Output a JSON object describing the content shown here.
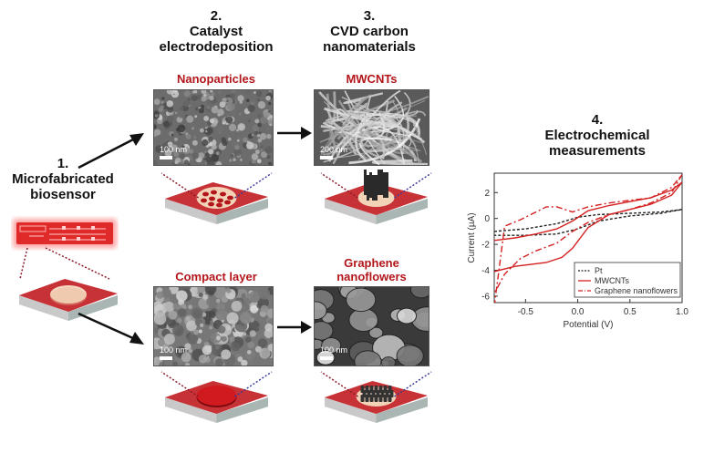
{
  "steps": {
    "s1": {
      "number": "1.",
      "line1": "Microfabricated",
      "line2": "biosensor"
    },
    "s2": {
      "number": "2.",
      "line1": "Catalyst",
      "line2": "electrodeposition"
    },
    "s3": {
      "number": "3.",
      "line1": "CVD carbon",
      "line2": "nanomaterials"
    },
    "s4": {
      "number": "4.",
      "line1": "Electrochemical",
      "line2": "measurements"
    }
  },
  "labels": {
    "nanoparticles": "Nanoparticles",
    "mwcnts": "MWCNTs",
    "compact_layer": "Compact layer",
    "graphene_line1": "Graphene",
    "graphene_line2": "nanoflowers"
  },
  "scale_bars": {
    "nanoparticles": "100 nm",
    "mwcnts": "200 nm",
    "compact_layer": "100 nm",
    "graphene": "100 nm"
  },
  "colors": {
    "accent_red": "#b3161a",
    "chip_red": "#c0161c",
    "pt_line": "#222222",
    "curve_red": "#d42020"
  },
  "icons": {
    "arrow": "right-arrow-icon",
    "chip": "electrode-chip-icon"
  },
  "chart_data": {
    "type": "line",
    "xlabel": "Potential (V)",
    "ylabel": "Current (µA)",
    "xlim": [
      -0.8,
      1.0
    ],
    "ylim": [
      -6.5,
      3.5
    ],
    "xticks": [
      -0.5,
      0.0,
      0.5,
      1.0
    ],
    "xtick_labels": [
      "-0.5",
      "0.0",
      "0.5",
      "1.0"
    ],
    "yticks": [
      -6,
      -4,
      -2,
      0,
      2
    ],
    "ytick_labels": [
      "-6",
      "-4",
      "-2",
      "0",
      "2"
    ],
    "legend_position": "bottom-right",
    "series": [
      {
        "name": "Pt",
        "style": "dashed",
        "color": "#222222",
        "x": [
          -0.8,
          -0.5,
          -0.2,
          0.0,
          0.2,
          0.5,
          0.8,
          1.0,
          0.8,
          0.5,
          0.2,
          0.0,
          -0.2,
          -0.5,
          -0.8
        ],
        "y": [
          -1.0,
          -0.8,
          -0.4,
          0.1,
          0.3,
          0.4,
          0.5,
          0.7,
          0.4,
          0.2,
          -0.2,
          -0.8,
          -1.2,
          -1.3,
          -1.3
        ]
      },
      {
        "name": "MWCNTs",
        "style": "solid",
        "color": "#d42020",
        "x": [
          -0.8,
          -0.6,
          -0.4,
          -0.2,
          -0.05,
          0.1,
          0.3,
          0.5,
          0.7,
          0.9,
          1.0,
          0.9,
          0.7,
          0.5,
          0.3,
          0.1,
          -0.05,
          -0.15,
          -0.3,
          -0.6,
          -0.8
        ],
        "y": [
          -1.7,
          -1.5,
          -1.2,
          -0.8,
          -0.2,
          0.6,
          1.0,
          1.3,
          1.6,
          2.2,
          2.8,
          1.8,
          1.1,
          0.7,
          0.3,
          -0.7,
          -2.3,
          -3.0,
          -3.4,
          -3.7,
          -4.1
        ]
      },
      {
        "name": "Graphene nanoflowers",
        "style": "dashdot",
        "color": "#d42020",
        "x": [
          -0.8,
          -0.7,
          -0.55,
          -0.4,
          -0.3,
          -0.2,
          -0.05,
          0.1,
          0.3,
          0.5,
          0.7,
          0.9,
          1.0,
          0.9,
          0.7,
          0.5,
          0.3,
          0.1,
          -0.05,
          -0.2,
          -0.4,
          -0.55,
          -0.7,
          -0.8
        ],
        "y": [
          -6.8,
          -0.6,
          -0.1,
          0.5,
          0.9,
          0.9,
          0.5,
          0.9,
          1.2,
          1.4,
          1.6,
          2.4,
          3.4,
          2.0,
          1.2,
          0.7,
          0.3,
          -0.3,
          -1.0,
          -1.9,
          -2.5,
          -3.1,
          -4.3,
          -5.8
        ]
      }
    ]
  }
}
